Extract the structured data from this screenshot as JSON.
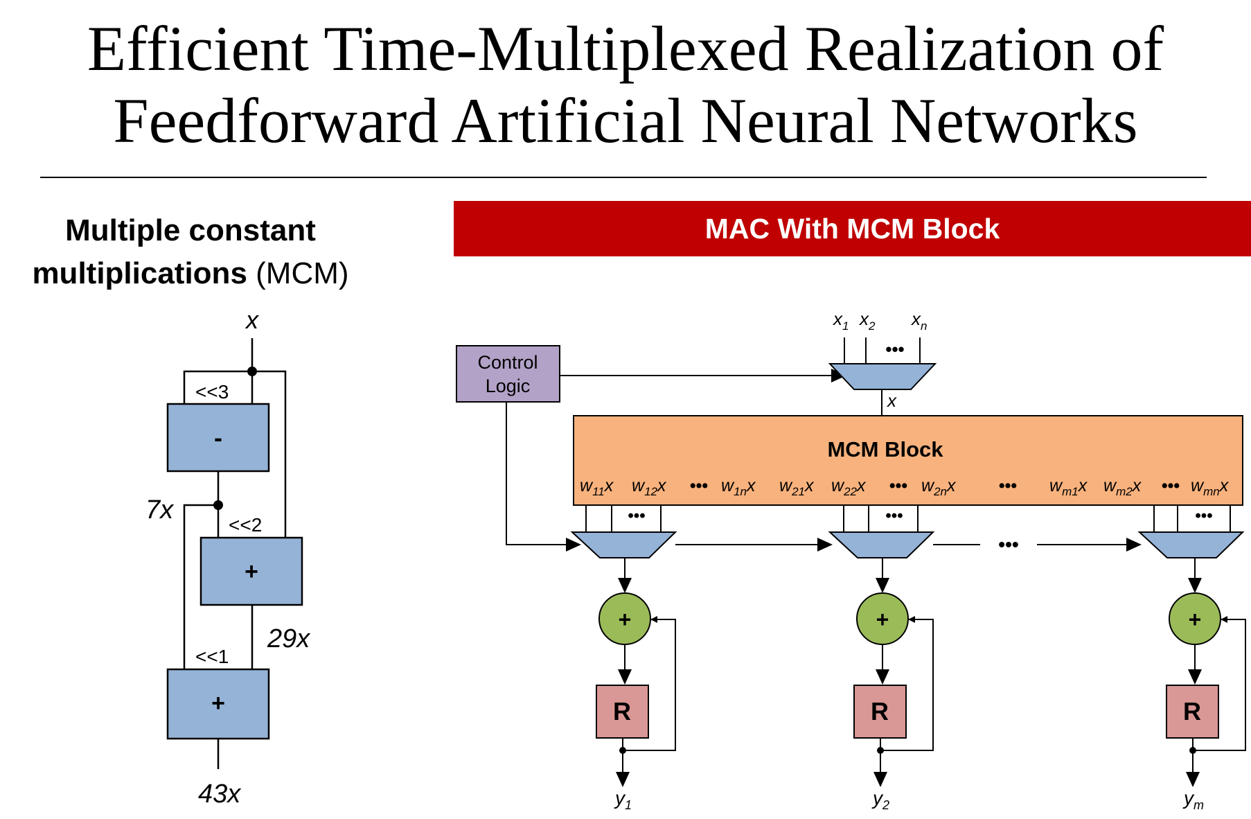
{
  "title": {
    "line1": "Efficient Time-Multiplexed Realization of",
    "line2": "Feedforward Artificial Neural Networks"
  },
  "mcm": {
    "heading_bold_1": "Multiple constant",
    "heading_bold_2": "multiplications",
    "heading_suffix": "(MCM)",
    "input_label": "x",
    "shift_3": "<<3",
    "shift_2": "<<2",
    "shift_1": "<<1",
    "sub_op": "-",
    "add_op_1": "+",
    "add_op_2": "+",
    "label_7x": "7x",
    "label_29x": "29x",
    "label_43x": "43x"
  },
  "mac": {
    "banner": "MAC With MCM Block",
    "control_line1": "Control",
    "control_line2": "Logic",
    "mcm_block": "MCM Block",
    "mux_out_x": "x",
    "inputs": [
      {
        "base": "x",
        "sub": "1"
      },
      {
        "base": "x",
        "sub": "2"
      },
      {
        "base": "x",
        "sub": "n"
      }
    ],
    "outputs_group1": [
      {
        "base": "w",
        "sub": "11",
        "tail": "x"
      },
      {
        "base": "w",
        "sub": "12",
        "tail": "x"
      },
      {
        "base": "w",
        "sub": "1n",
        "tail": "x"
      }
    ],
    "outputs_group2": [
      {
        "base": "w",
        "sub": "21",
        "tail": "x"
      },
      {
        "base": "w",
        "sub": "22",
        "tail": "x"
      },
      {
        "base": "w",
        "sub": "2n",
        "tail": "x"
      }
    ],
    "outputs_group3": [
      {
        "base": "w",
        "sub": "m1",
        "tail": "x"
      },
      {
        "base": "w",
        "sub": "m2",
        "tail": "x"
      },
      {
        "base": "w",
        "sub": "mn",
        "tail": "x"
      }
    ],
    "adder_symbol": "+",
    "register_label": "R",
    "ellipsis": "•••",
    "y_outputs": [
      {
        "base": "y",
        "sub": "1"
      },
      {
        "base": "y",
        "sub": "2"
      },
      {
        "base": "y",
        "sub": "m"
      }
    ]
  },
  "colors": {
    "banner": "#c00000",
    "block_blue": "#95b3d7",
    "control_purple": "#b3a2c7",
    "mcm_orange": "#f8b27d",
    "adder_green": "#9bbb59",
    "register_red": "#d99795"
  }
}
